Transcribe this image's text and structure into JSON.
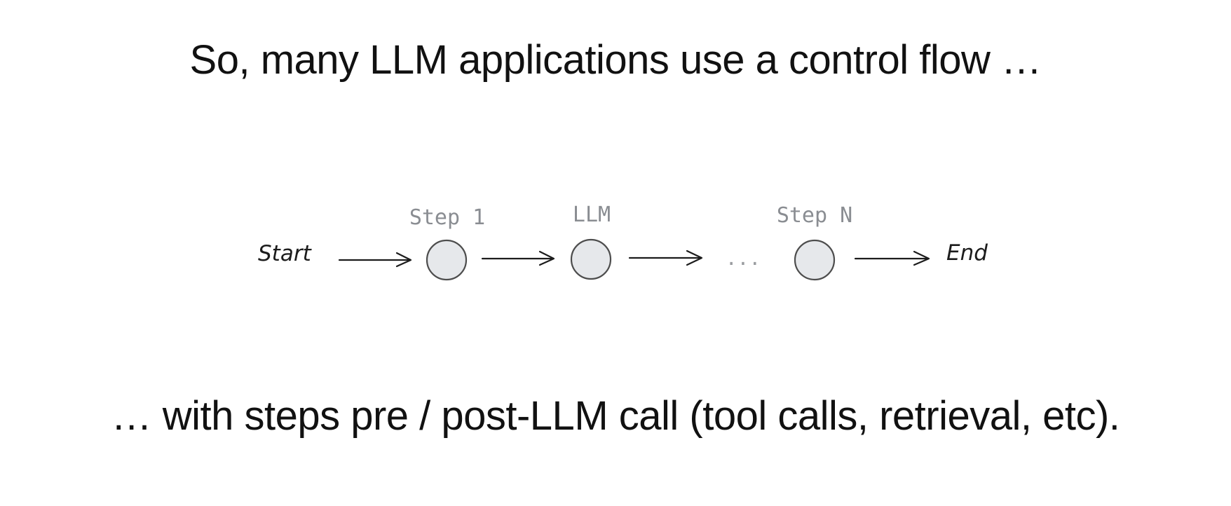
{
  "slide": {
    "title": "So, many LLM applications use a control flow …",
    "caption": "… with steps pre / post-LLM call (tool calls, retrieval, etc)."
  },
  "diagram": {
    "start_label": "Start",
    "end_label": "End",
    "nodes": [
      {
        "label": "Step 1"
      },
      {
        "label": "LLM"
      },
      {
        "label": "Step N"
      }
    ],
    "gap_marker": "..."
  },
  "colors": {
    "node_fill": "#e6e8eb",
    "node_stroke": "#4d4d4d",
    "label_gray": "#8a8d92",
    "text": "#111111"
  }
}
